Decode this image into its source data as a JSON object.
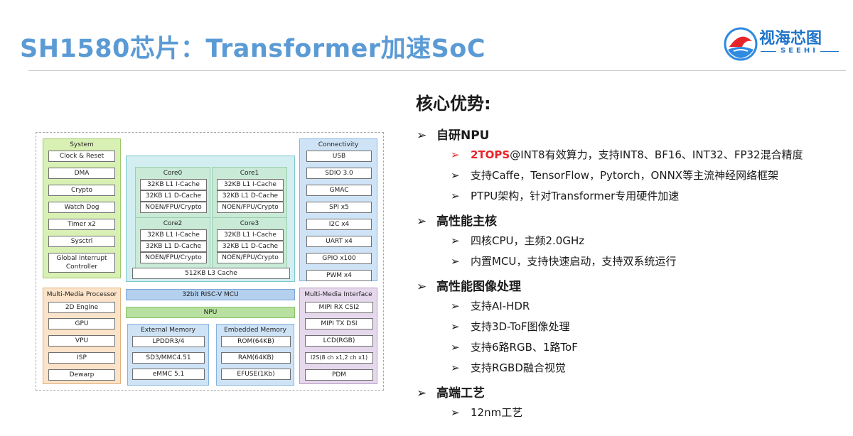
{
  "title": "SH1580芯片：Transformer加速SoC",
  "logo": {
    "name": "视海芯图",
    "sub": "SEEHI",
    "icon": "shark-logo-icon"
  },
  "colors": {
    "title": "#5b9bd5",
    "accent_red": "#e8242a",
    "system": "#d9f0b4",
    "connectivity": "#cfe3f6",
    "cpu": "#d3eef0",
    "mm": "#fbe3c9",
    "mmi": "#e6d8ec",
    "mcu": "#b4d0ee",
    "npu": "#b8e0a0"
  },
  "diagram": {
    "system": {
      "title": "System",
      "items": [
        "Clock & Reset",
        "DMA",
        "Crypto",
        "Watch Dog",
        "Timer x2",
        "Sysctrl",
        "Global Interrupt Controller"
      ]
    },
    "connectivity": {
      "title": "Connectivity",
      "items": [
        "USB",
        "SDIO 3.0",
        "GMAC",
        "SPI x5",
        "I2C x4",
        "UART x4",
        "GPIO x100",
        "PWM x4"
      ]
    },
    "cores": [
      {
        "title": "Core0",
        "items": [
          "32KB L1 I-Cache",
          "32KB L1 D-Cache",
          "NOEN/FPU/Crypto"
        ]
      },
      {
        "title": "Core1",
        "items": [
          "32KB L1 I-Cache",
          "32KB L1 D-Cache",
          "NOEN/FPU/Crypto"
        ]
      },
      {
        "title": "Core2",
        "items": [
          "32KB L1 I-Cache",
          "32KB L1 D-Cache",
          "NOEN/FPU/Crypto"
        ]
      },
      {
        "title": "Core3",
        "items": [
          "32KB L1 I-Cache",
          "32KB L1 D-Cache",
          "NOEN/FPU/Crypto"
        ]
      }
    ],
    "l3": "512KB L3 Cache",
    "mcu": "32bit RISC-V MCU",
    "npu": "NPU",
    "mmp": {
      "title": "Multi-Media Processor",
      "items": [
        "2D Engine",
        "GPU",
        "VPU",
        "ISP",
        "Dewarp"
      ]
    },
    "ext_mem": {
      "title": "External Memory",
      "items": [
        "LPDDR3/4",
        "SD3/MMC4.51",
        "eMMC 5.1"
      ]
    },
    "emb_mem": {
      "title": "Embedded Memory",
      "items": [
        "ROM(64KB)",
        "RAM(64KB)",
        "EFUSE(1Kb)"
      ]
    },
    "mmi": {
      "title": "Multi-Media Interface",
      "items": [
        "MIPI RX CSI2",
        "MIPI TX DSI",
        "LCD(RGB)",
        "I2S(8 ch x1,2 ch x1)",
        "PDM"
      ]
    }
  },
  "advantages": {
    "heading": "核心优势:",
    "arrow": "➢",
    "sections": [
      {
        "title": "自研NPU",
        "items": [
          {
            "highlight": "2TOPS",
            "text": "@INT8有效算力，支持INT8、BF16、INT32、FP32混合精度"
          },
          {
            "highlight": "",
            "text": "支持Caffe，TensorFlow，Pytorch，ONNX等主流神经网络框架"
          },
          {
            "highlight": "",
            "text": "PTPU架构，针对Transformer专用硬件加速"
          }
        ]
      },
      {
        "title": "高性能主核",
        "items": [
          {
            "highlight": "",
            "text": "四核CPU，主频2.0GHz"
          },
          {
            "highlight": "",
            "text": "内置MCU，支持快速启动，支持双系统运行"
          }
        ]
      },
      {
        "title": "高性能图像处理",
        "items": [
          {
            "highlight": "",
            "text": "支持AI-HDR"
          },
          {
            "highlight": "",
            "text": "支持3D-ToF图像处理"
          },
          {
            "highlight": "",
            "text": "支持6路RGB、1路ToF"
          },
          {
            "highlight": "",
            "text": "支持RGBD融合视觉"
          }
        ]
      },
      {
        "title": "高端工艺",
        "items": [
          {
            "highlight": "",
            "text": "12nm工艺"
          }
        ]
      }
    ]
  }
}
